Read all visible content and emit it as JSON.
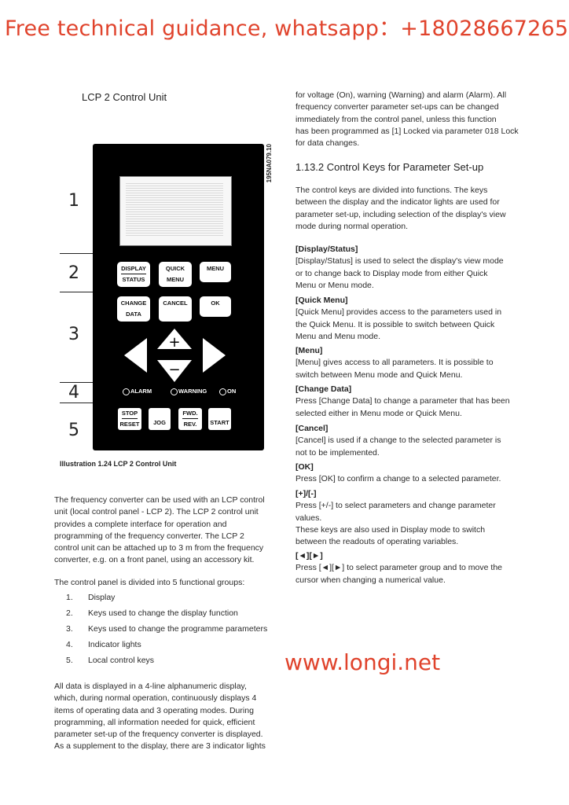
{
  "banner": "Free technical guidance, whatsapp：+18028667265",
  "watermark": "www.longi.net",
  "left": {
    "section_title": "LCP 2 Control Unit",
    "figure_code": "195NA079.10",
    "group_numbers": [
      "1",
      "2",
      "3",
      "4",
      "5"
    ],
    "keys": {
      "display": "DISPLAY",
      "status": "STATUS",
      "quick": "QUICK",
      "menu_small": "MENU",
      "menu": "MENU",
      "change": "CHANGE",
      "data": "DATA",
      "cancel": "CANCEL",
      "ok": "OK",
      "stop": "STOP",
      "reset": "RESET",
      "jog": "JOG",
      "fwd": "FWD.",
      "rev": "REV.",
      "start": "START",
      "plus": "+",
      "minus": "−"
    },
    "indicators": {
      "alarm": "ALARM",
      "warning": "WARNING",
      "on": "ON"
    },
    "caption": "Illustration 1.24 LCP 2 Control Unit",
    "para1": [
      "The frequency converter can be used with an LCP control",
      "unit (local control panel - LCP 2). The LCP 2 control unit",
      "provides a complete interface for operation and",
      "programming of the frequency converter. The LCP 2",
      "control unit can be attached up to 3 m from the frequency",
      "converter, e.g. on a front panel, using an accessory kit."
    ],
    "para2": "The control panel is divided into 5 functional groups:",
    "list": [
      {
        "n": "1.",
        "t": "Display"
      },
      {
        "n": "2.",
        "t": "Keys used to change the display function"
      },
      {
        "n": "3.",
        "t": "Keys used to change the programme parameters"
      },
      {
        "n": "4.",
        "t": "Indicator lights"
      },
      {
        "n": "5.",
        "t": "Local control keys"
      }
    ],
    "para3": [
      "All data is displayed in a 4-line alphanumeric display,",
      "which, during normal operation, continuously displays 4",
      "items of operating data and 3 operating modes. During",
      "programming, all information needed for quick, efficient",
      "parameter set-up of the frequency converter is displayed.",
      "As a supplement to the display, there are 3 indicator lights"
    ]
  },
  "right": {
    "intro": [
      "for voltage (On), warning (Warning) and alarm (Alarm). All",
      "frequency converter parameter set-ups can be changed",
      "immediately from the control panel, unless this function",
      "has been programmed as [1] Locked via parameter 018 Lock",
      "for data changes."
    ],
    "heading": "1.13.2  Control Keys for Parameter Set-up",
    "para": [
      "The control keys are divided into functions. The keys",
      "between the display and the indicator lights are used for",
      "parameter set-up, including selection of the display's view",
      "mode during normal operation."
    ],
    "sections": [
      {
        "head": "[Display/Status]",
        "lines": [
          "[Display/Status] is used to select the display's view mode",
          "or to change back to Display mode from either Quick",
          "Menu or Menu mode."
        ]
      },
      {
        "head": "[Quick Menu]",
        "lines": [
          "[Quick Menu] provides access to the parameters used in",
          "the Quick Menu. It is possible to switch between Quick",
          "Menu and Menu mode."
        ]
      },
      {
        "head": "[Menu]",
        "lines": [
          "[Menu] gives access to all parameters. It is possible to",
          "switch between Menu mode and Quick Menu."
        ]
      },
      {
        "head": "[Change Data]",
        "lines": [
          "Press [Change Data] to change a parameter that has been",
          "selected either in Menu mode or Quick Menu."
        ]
      },
      {
        "head": "[Cancel]",
        "lines": [
          "[Cancel] is used if a change to the selected parameter is",
          "not to be implemented."
        ]
      },
      {
        "head": "[OK]",
        "lines": [
          "Press [OK] to confirm a change to a selected parameter."
        ]
      },
      {
        "head": "[+]/[-]",
        "lines": [
          "Press [+/-] to select parameters and change parameter",
          "values.",
          "These keys are also used in Display mode to switch",
          "between the readouts of operating variables."
        ]
      },
      {
        "head": "[◄][►]",
        "lines": [
          "Press [◄][►] to select parameter group and to move the",
          "cursor when changing a numerical value."
        ]
      }
    ]
  }
}
